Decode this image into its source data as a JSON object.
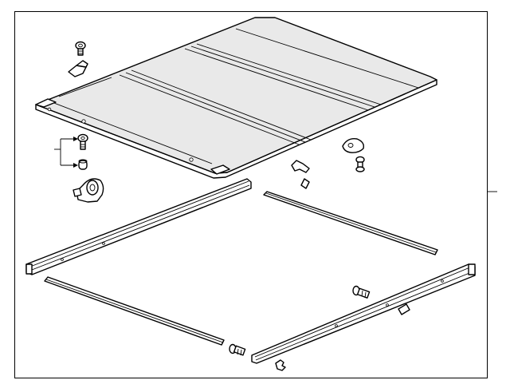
{
  "diagram": {
    "type": "exploded-parts-diagram",
    "colors": {
      "line": "#000000",
      "panel_shade": "#e9e9e9",
      "background": "#ffffff"
    },
    "parts": [
      "tonneau-cover-panel",
      "screw",
      "clip",
      "screw-with-callout",
      "pin",
      "latch",
      "bracket",
      "spacer",
      "knob",
      "bolt",
      "front-rail",
      "weatherstrip-top",
      "weatherstrip-bottom",
      "side-rail",
      "rail-bolt",
      "side-bolt",
      "end-cap",
      "small-clip"
    ]
  }
}
